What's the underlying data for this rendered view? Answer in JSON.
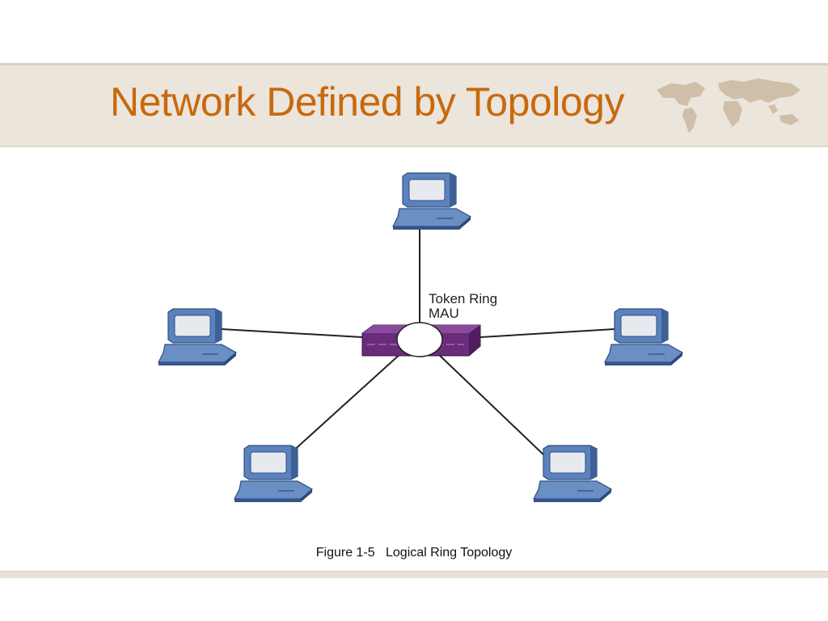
{
  "slide": {
    "title": "Network Defined by Topology"
  },
  "diagram": {
    "device_label_line1": "Token Ring",
    "device_label_line2": "MAU",
    "caption": "Figure 1-5   Logical Ring Topology"
  },
  "colors": {
    "title": "#c8690e",
    "band": "#ebe5dc",
    "computer": "#5b82bc",
    "mau": "#6a2c7a",
    "link": "#222222"
  },
  "icons": [
    "world-map-icon",
    "computer-icon",
    "mau-hub-icon"
  ]
}
